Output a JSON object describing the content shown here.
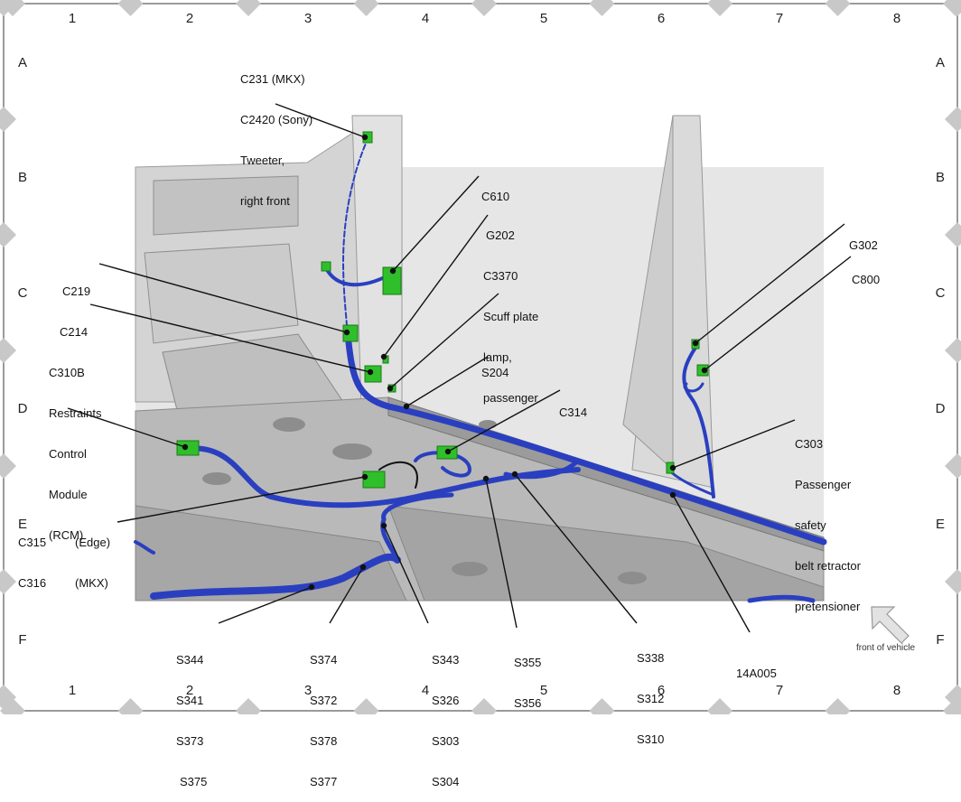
{
  "grid": {
    "columns": [
      "1",
      "2",
      "3",
      "4",
      "5",
      "6",
      "7",
      "8"
    ],
    "rows": [
      "A",
      "B",
      "C",
      "D",
      "E",
      "F"
    ]
  },
  "callouts": {
    "tweeter": [
      "C231 (MKX)",
      "C2420 (Sony)",
      "Tweeter,",
      "right front"
    ],
    "c610": [
      "C610"
    ],
    "g202": [
      "G202"
    ],
    "c3370": [
      "C3370",
      "Scuff plate",
      "lamp,",
      "passenger"
    ],
    "s204": [
      "S204"
    ],
    "c219": [
      "C219"
    ],
    "c214": [
      "C214"
    ],
    "c310b": [
      "C310B",
      "Restraints",
      "Control",
      "Module",
      "(RCM)"
    ],
    "c314": [
      "C314"
    ],
    "g302": [
      "G302"
    ],
    "c800": [
      "C800"
    ],
    "c303": [
      "C303",
      "Passenger",
      "safety",
      "belt retractor",
      "pretensioner"
    ],
    "c315": [
      "C315",
      "C316"
    ],
    "c315_variant": [
      "(Edge)",
      "(MKX)"
    ],
    "s344": [
      "S344",
      "S341",
      "S373",
      "S375"
    ],
    "s374": [
      "S374",
      "S372",
      "S378",
      "S377"
    ],
    "s343": [
      "S343",
      "S326",
      "S303",
      "S304"
    ],
    "s355": [
      "S355",
      "S356"
    ],
    "s338": [
      "S338",
      "S312",
      "S310"
    ],
    "harness": [
      "14A005"
    ]
  },
  "front_of_vehicle": "front of vehicle",
  "colors": {
    "harness": "#2a3fc0",
    "connector": "#2fbf2a",
    "body_panel": "#d6d6d6",
    "frame_diamond": "#c8c8c8"
  }
}
